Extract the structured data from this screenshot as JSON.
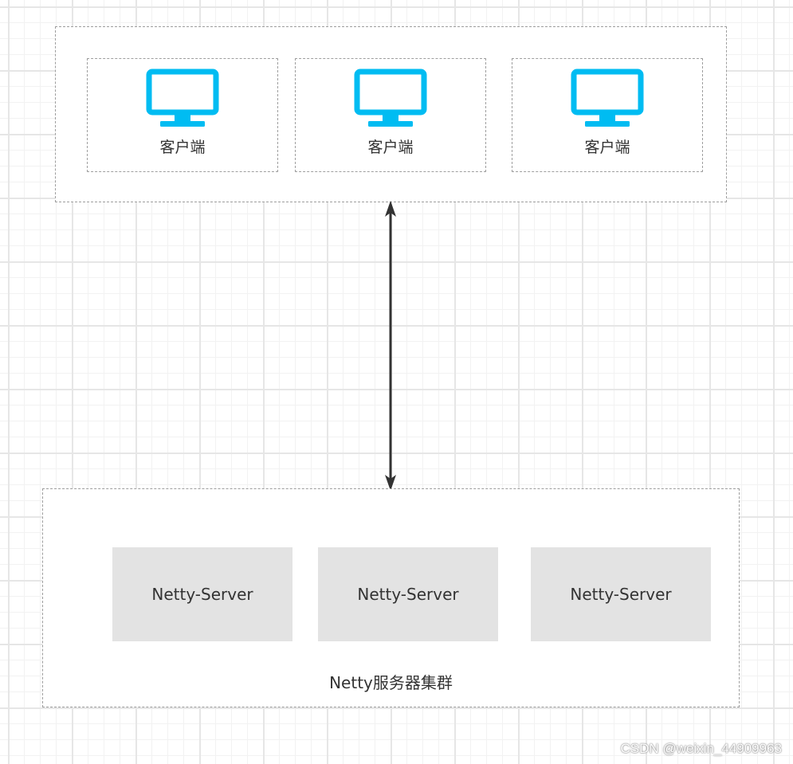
{
  "clients": [
    {
      "label": "客户端"
    },
    {
      "label": "客户端"
    },
    {
      "label": "客户端"
    }
  ],
  "client_icon": "monitor-icon",
  "servers": [
    {
      "label": "Netty-Server"
    },
    {
      "label": "Netty-Server"
    },
    {
      "label": "Netty-Server"
    }
  ],
  "cluster_label": "Netty服务器集群",
  "watermark": "CSDN @weixin_44909963",
  "colors": {
    "icon": "#00bcf2",
    "server_fill": "#e3e3e3",
    "border": "#9e9e9e",
    "arrow": "#333333"
  }
}
